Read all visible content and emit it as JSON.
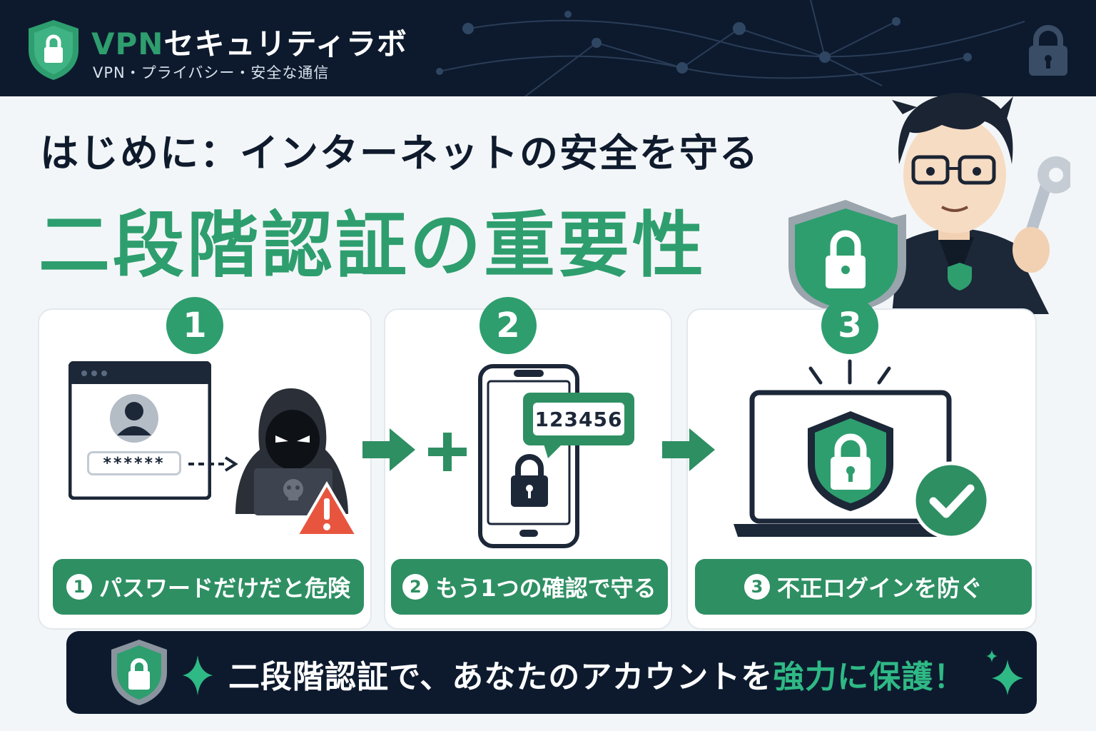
{
  "brand": {
    "name_accent": "VPN",
    "name_rest": "セキュリティラボ",
    "tagline": "VPN・プライバシー・安全な通信"
  },
  "headline": "はじめに：インターネットの安全を守る",
  "main_title": "二段階認証の重要性",
  "steps": [
    {
      "number": "1",
      "label": "パスワードだけだと危険",
      "password_mask": "******"
    },
    {
      "number": "2",
      "label": "もう1つの確認で守る",
      "code": "123456"
    },
    {
      "number": "3",
      "label": "不正ログインを防ぐ"
    }
  ],
  "banner": {
    "text_main": "二段階認証で、あなたのアカウントを",
    "text_accent": "強力に保護！"
  },
  "colors": {
    "accent_green": "#2e9e6e",
    "navy": "#0d1a2e",
    "warning": "#e8553f"
  }
}
